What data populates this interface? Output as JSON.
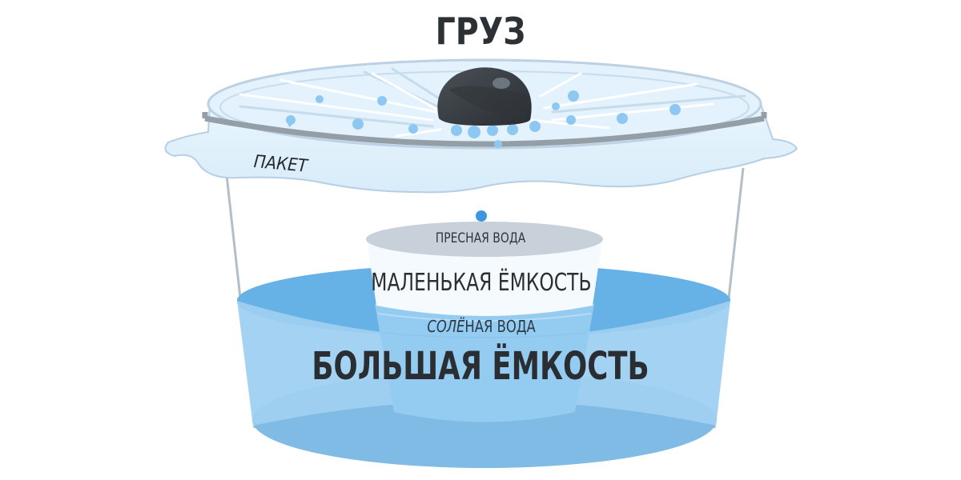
{
  "diagram": {
    "type": "solar-still-desalination",
    "labels": {
      "weight": "ГРУЗ",
      "bag": "ПАКЕТ",
      "fresh_water": "ПРЕСНАЯ ВОДА",
      "small_container": "МАЛЕНЬКАЯ ЁМКОСТЬ",
      "salt_water_italic": "СОЛЁ",
      "salt_water_rest": "НАЯ ВОДА",
      "big_container": "БОЛЬШАЯ ЁМКОСТЬ"
    },
    "colors": {
      "text_dark": "#2c3136",
      "bag_fill": "#dff0fb",
      "bag_outline": "#b7cfe3",
      "rim_band": "#9aa4ab",
      "drop_blue": "#8ec8f2",
      "drop_dark": "#3d97e0",
      "weight_stone": "#3a3f45",
      "salt_water_top": "#68b2e6",
      "salt_water_body": "#9fcff1",
      "salt_water_bottom": "#7bb8e3",
      "fresh_water_surface": "#c7d1d9",
      "small_container_body": "#f3f9fd",
      "container_outline": "#b9c4cc"
    }
  }
}
